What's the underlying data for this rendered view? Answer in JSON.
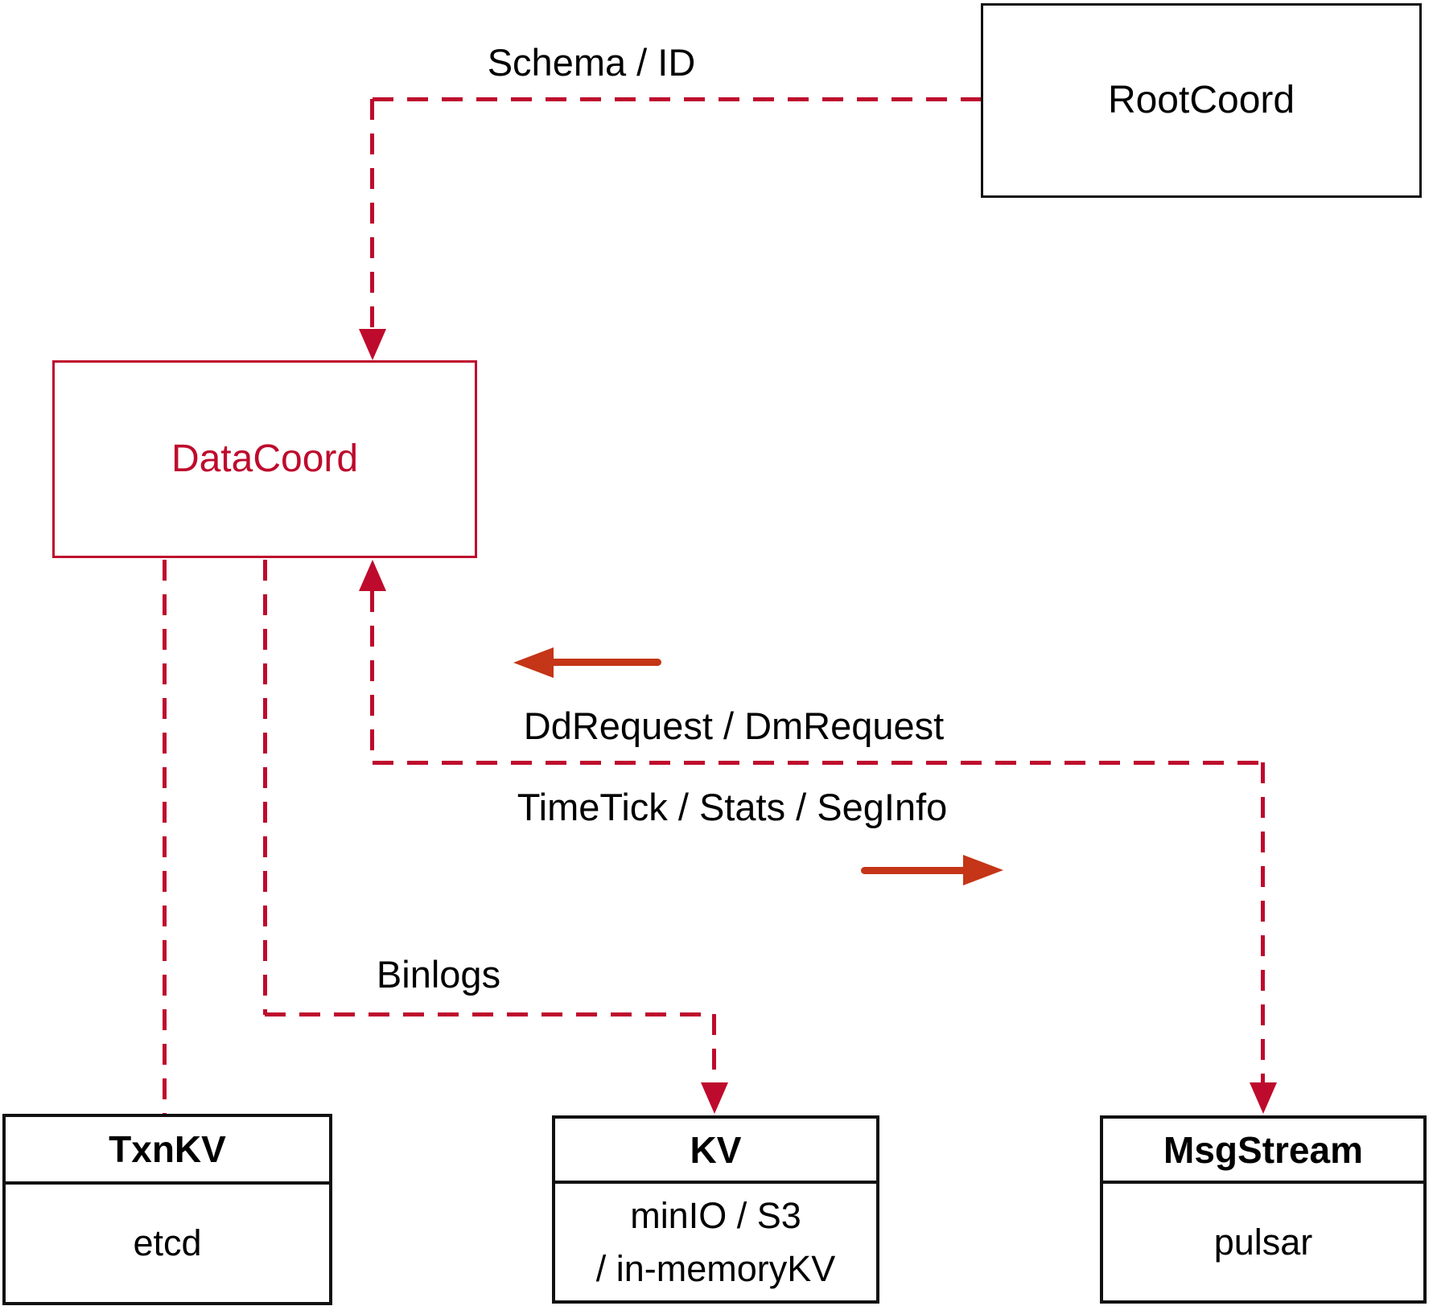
{
  "colors": {
    "dashed_line_crimson": "#BE0B2D",
    "solid_arrow_red": "#C53517",
    "box_border_black": "#111111",
    "datacoord_accent": "#BE0B2D"
  },
  "nodes": {
    "rootcoord": {
      "label": "RootCoord"
    },
    "datacoord": {
      "label": "DataCoord"
    },
    "txnkv": {
      "title": "TxnKV",
      "body": "etcd"
    },
    "kv": {
      "title": "KV",
      "body_line1": "minIO / S3",
      "body_line2": "/ in-memoryKV"
    },
    "msgstream": {
      "title": "MsgStream",
      "body": "pulsar"
    }
  },
  "edge_labels": {
    "schema_id": "Schema / ID",
    "dd_request": "DdRequest / DmRequest",
    "time_tick": "TimeTick / Stats / SegInfo",
    "binlogs": "Binlogs"
  }
}
